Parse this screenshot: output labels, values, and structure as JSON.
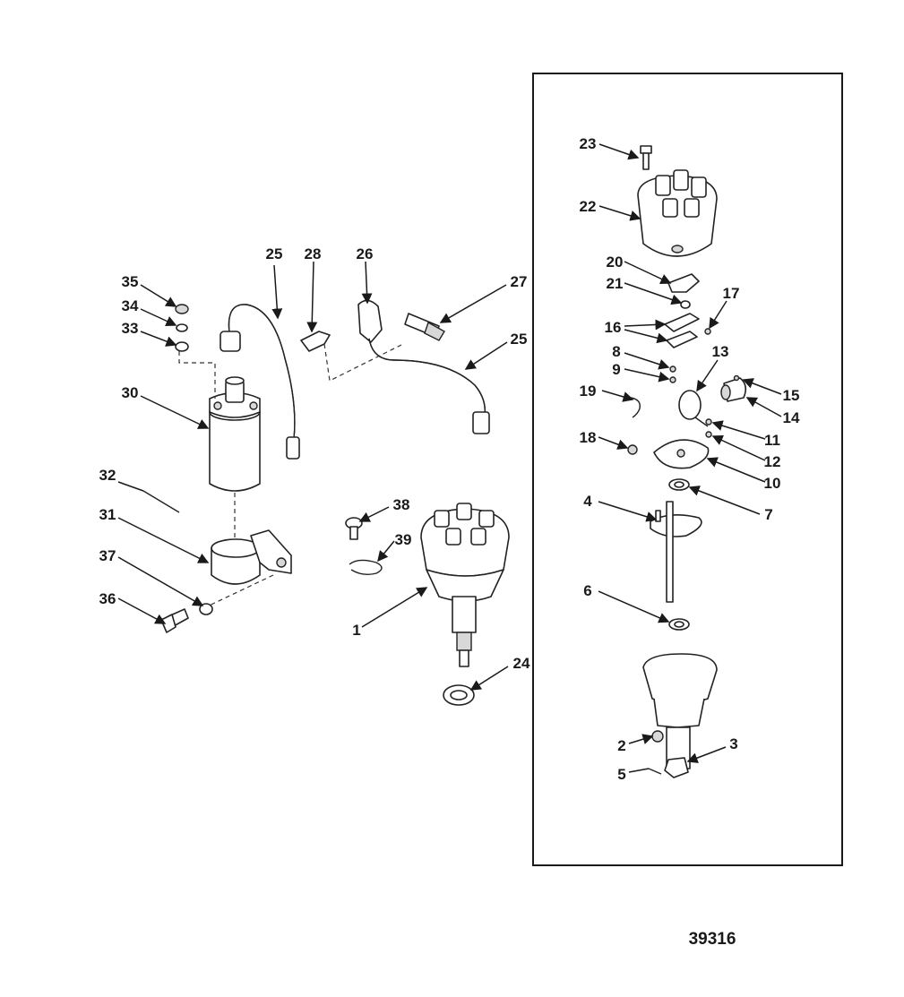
{
  "drawing_number": "39316",
  "callouts": [
    "1",
    "2",
    "3",
    "4",
    "5",
    "6",
    "7",
    "8",
    "9",
    "10",
    "11",
    "12",
    "13",
    "14",
    "15",
    "16",
    "17",
    "18",
    "19",
    "20",
    "21",
    "22",
    "23",
    "24",
    "25",
    "25",
    "26",
    "27",
    "28",
    "30",
    "31",
    "32",
    "33",
    "34",
    "35",
    "36",
    "37",
    "38",
    "39"
  ],
  "colors": {
    "ink": "#222222",
    "paper": "#ffffff",
    "shade": "#d8d8d8"
  }
}
